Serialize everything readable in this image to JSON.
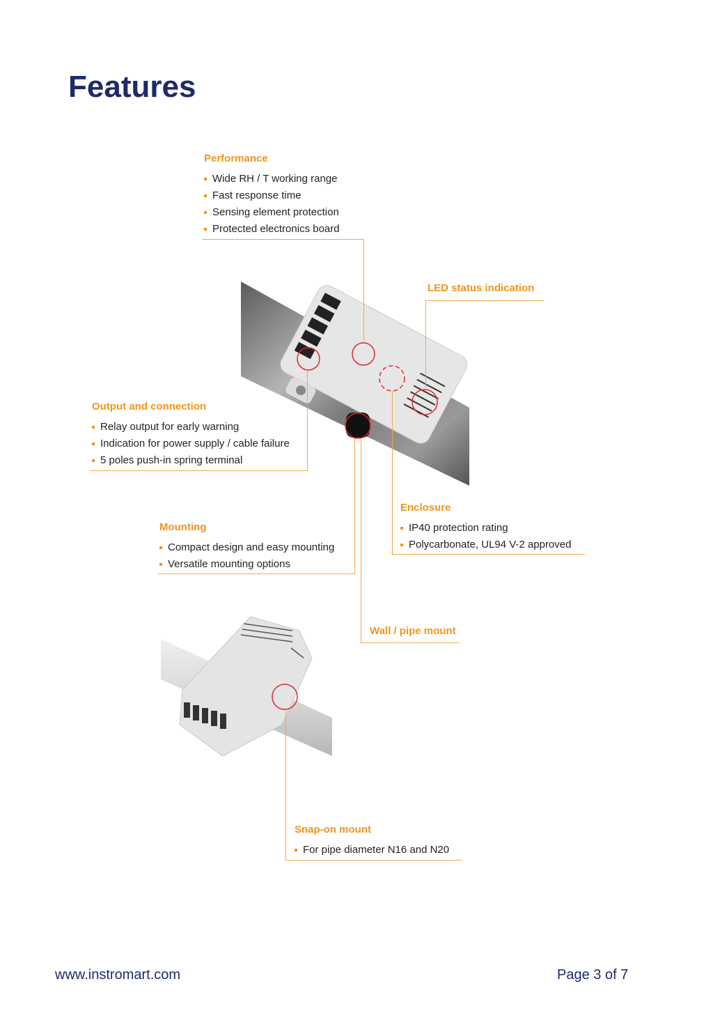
{
  "page_title": "Features",
  "sections": {
    "performance": {
      "title": "Performance",
      "items": [
        "Wide RH / T working range",
        "Fast response time",
        "Sensing element protection",
        "Protected electronics board"
      ]
    },
    "led": {
      "title": "LED status indication"
    },
    "output": {
      "title": "Output and connection",
      "items": [
        "Relay output for early warning",
        "Indication for power supply / cable failure",
        "5 poles push-in spring terminal"
      ]
    },
    "mounting": {
      "title": "Mounting",
      "items": [
        "Compact design and easy mounting",
        "Versatile mounting options"
      ]
    },
    "enclosure": {
      "title": "Enclosure",
      "items": [
        "IP40 protection rating",
        "Polycarbonate, UL94 V-2 approved"
      ]
    },
    "wall_pipe": {
      "title": "Wall / pipe mount"
    },
    "snap_on": {
      "title": "Snap-on mount",
      "items": [
        "For pipe diameter N16 and N20"
      ]
    }
  },
  "footer": {
    "website": "www.instromart.com",
    "page": "Page 3 of 7"
  },
  "colors": {
    "title": "#1f2a6b",
    "accent": "#f0951c",
    "callout": "#e0262f"
  }
}
